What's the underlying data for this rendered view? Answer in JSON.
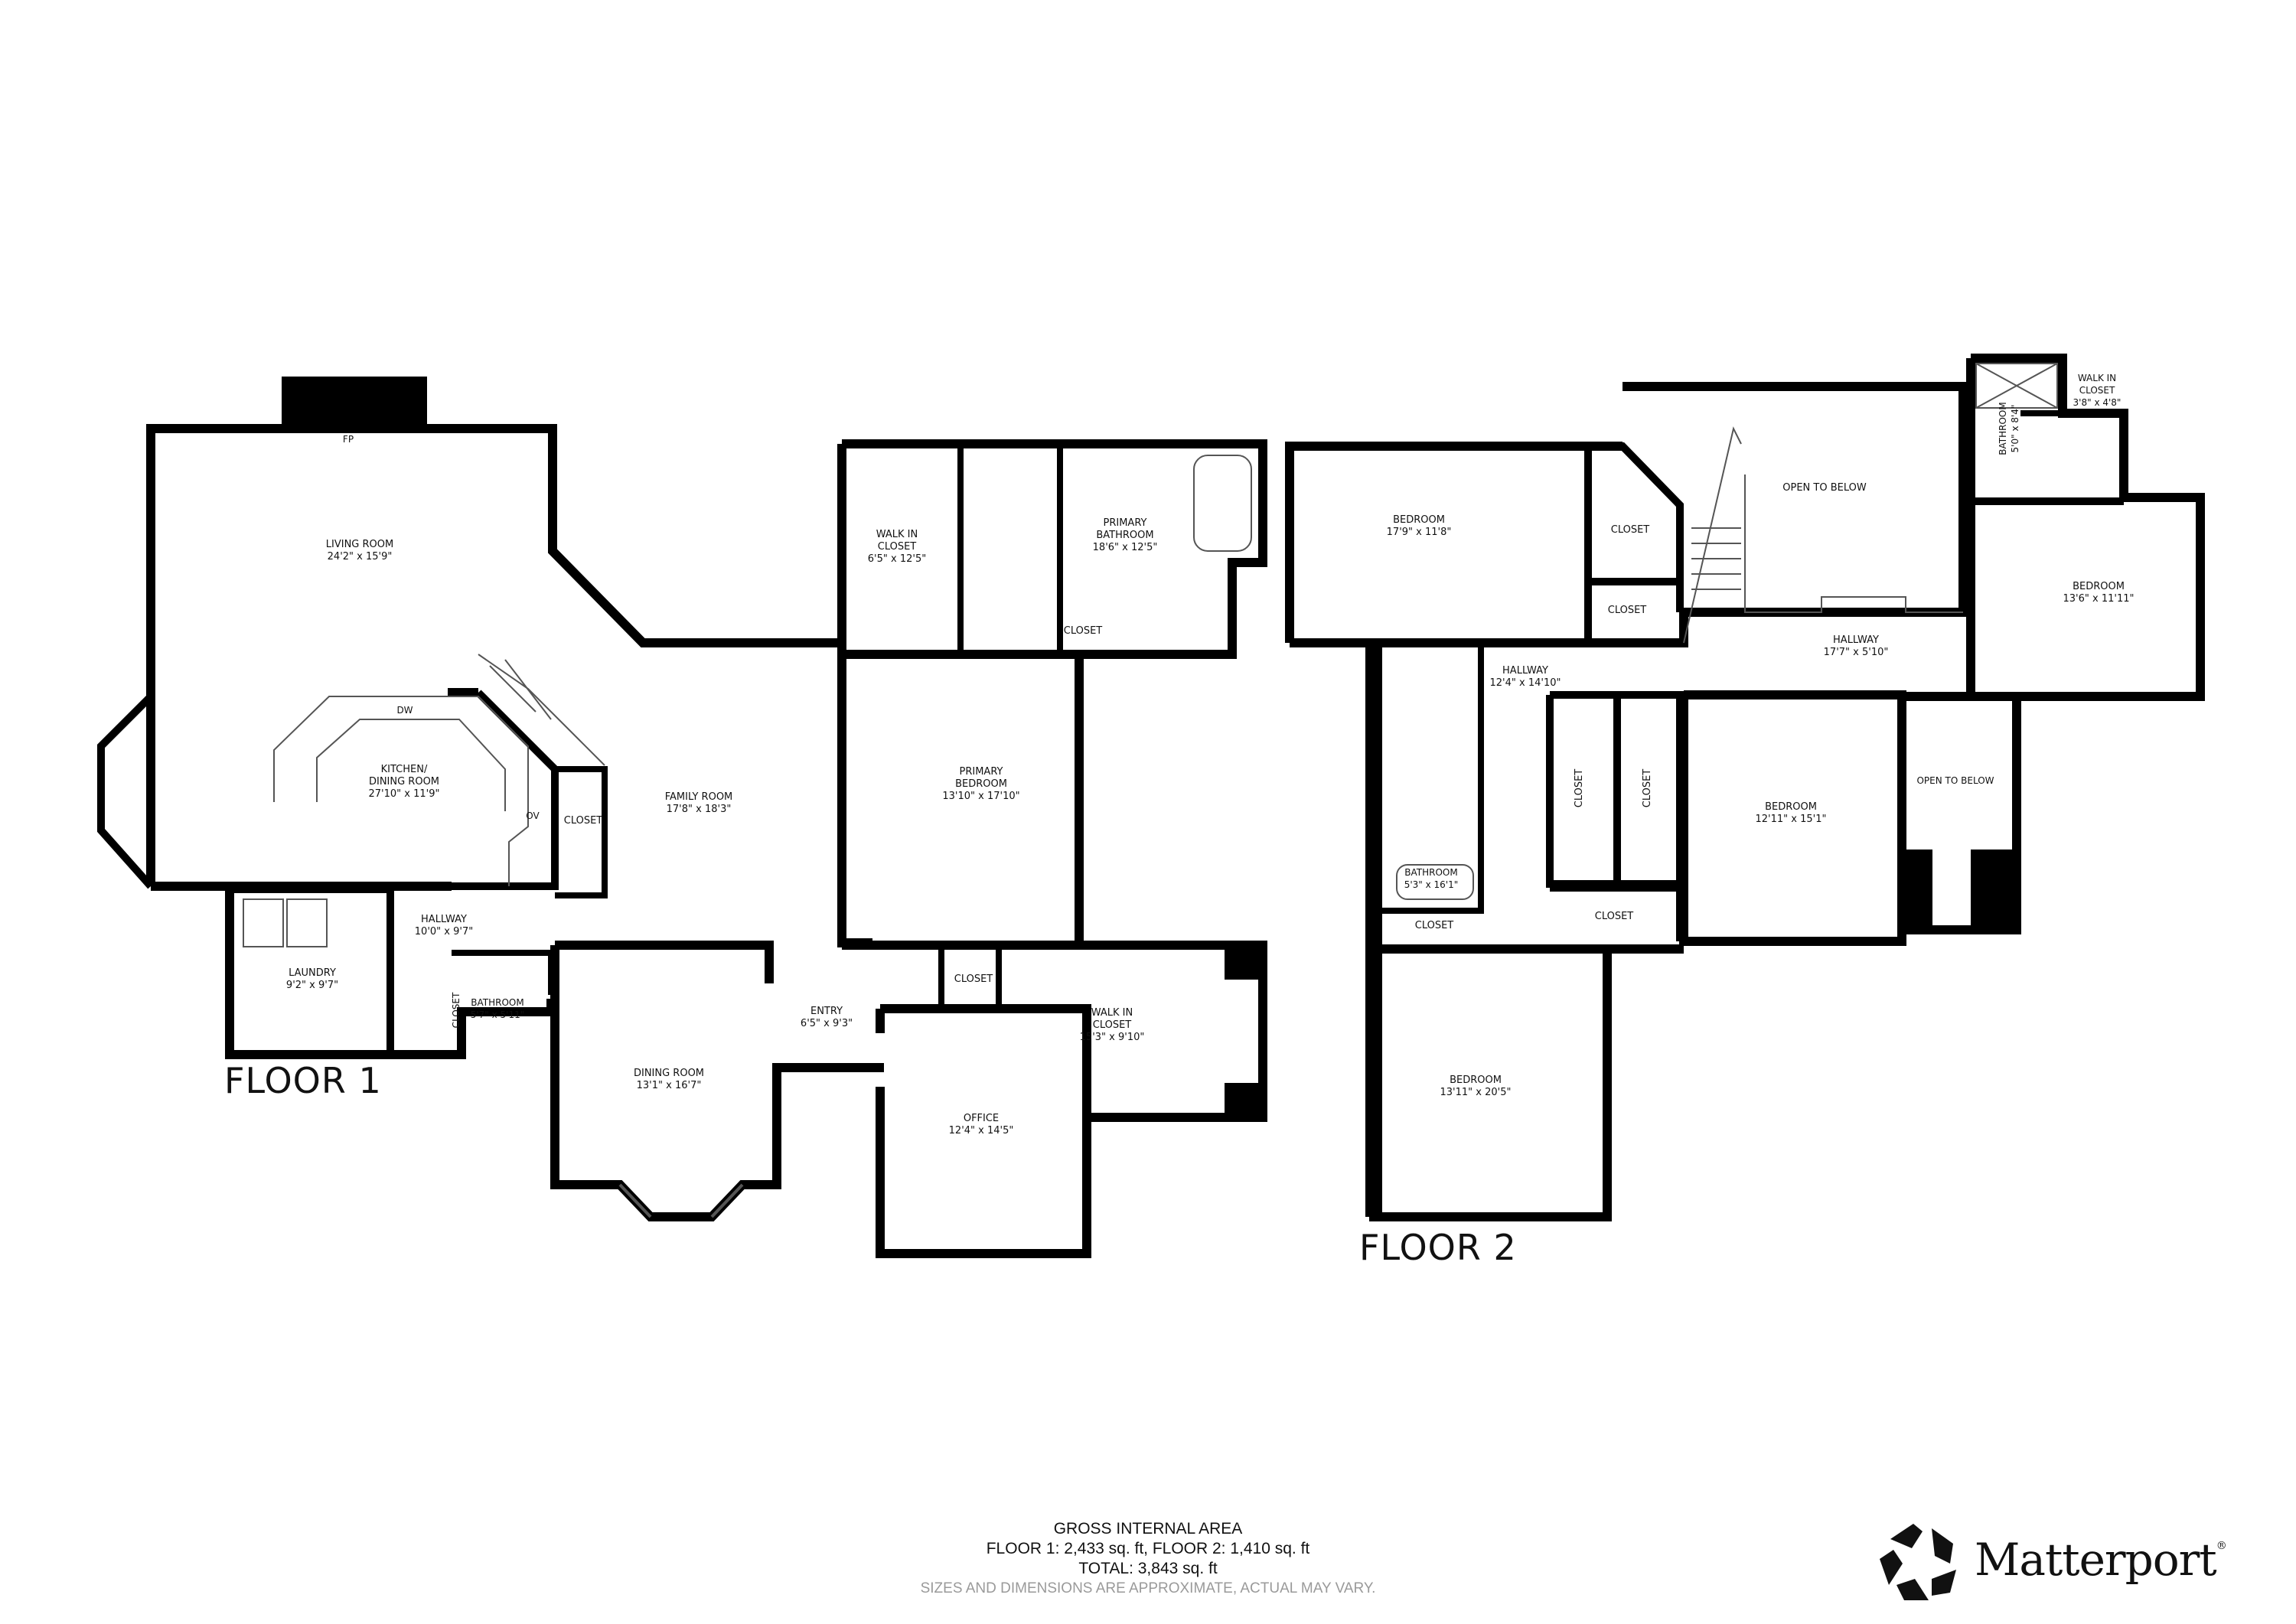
{
  "floors": [
    {
      "title": "FLOOR 1",
      "rooms": [
        {
          "name": "LIVING ROOM",
          "dims": "24'2\" x 15'9\""
        },
        {
          "name": "KITCHEN/\nDINING ROOM",
          "line1": "KITCHEN/",
          "line2": "DINING ROOM",
          "dims": "27'10\" x 11'9\""
        },
        {
          "name": "CLOSET",
          "dims": ""
        },
        {
          "name": "FAMILY ROOM",
          "dims": "17'8\" x 18'3\""
        },
        {
          "name": "LAUNDRY",
          "dims": "9'2\" x 9'7\""
        },
        {
          "name": "HALLWAY",
          "dims": "10'0\" x 9'7\""
        },
        {
          "name": "BATHROOM",
          "dims": "5'7\" x 5'11\""
        },
        {
          "name": "CLOSET",
          "dims": ""
        },
        {
          "name": "DINING ROOM",
          "dims": "13'1\" x 16'7\""
        },
        {
          "name": "ENTRY",
          "dims": "6'5\" x 9'3\""
        },
        {
          "name": "WALK IN CLOSET",
          "line1": "WALK IN",
          "line2": "CLOSET",
          "dims": "6'5\" x 12'5\""
        },
        {
          "name": "PRIMARY BATHROOM",
          "line1": "PRIMARY",
          "line2": "BATHROOM",
          "dims": "18'6\" x 12'5\""
        },
        {
          "name": "CLOSET",
          "dims": ""
        },
        {
          "name": "PRIMARY BEDROOM",
          "line1": "PRIMARY",
          "line2": "BEDROOM",
          "dims": "13'10\" x 17'10\""
        },
        {
          "name": "CLOSET",
          "dims": ""
        },
        {
          "name": "WALK IN CLOSET",
          "line1": "WALK IN",
          "line2": "CLOSET",
          "dims": "15'3\" x 9'10\""
        },
        {
          "name": "OFFICE",
          "dims": "12'4\" x 14'5\""
        }
      ],
      "fixtures": {
        "fireplace": "FP",
        "dishwasher": "DW",
        "oven": "OV"
      }
    },
    {
      "title": "FLOOR 2",
      "rooms": [
        {
          "name": "BEDROOM",
          "dims": "17'9\" x 11'8\""
        },
        {
          "name": "CLOSET",
          "dims": ""
        },
        {
          "name": "CLOSET",
          "dims": ""
        },
        {
          "name": "OPEN TO BELOW",
          "dims": ""
        },
        {
          "name": "HALLWAY",
          "dims": "17'7\" x 5'10\""
        },
        {
          "name": "BATHROOM",
          "dims": "5'0\" x 8'4\""
        },
        {
          "name": "WALK IN CLOSET",
          "line1": "WALK IN",
          "line2": "CLOSET",
          "dims": "3'8\" x 4'8\""
        },
        {
          "name": "BEDROOM",
          "dims": "13'6\" x 11'11\""
        },
        {
          "name": "HALLWAY",
          "dims": "12'4\" x 14'10\""
        },
        {
          "name": "CLOSET",
          "dims": ""
        },
        {
          "name": "CLOSET",
          "dims": ""
        },
        {
          "name": "BATHROOM",
          "dims": "5'3\" x 16'1\""
        },
        {
          "name": "CLOSET",
          "dims": ""
        },
        {
          "name": "CLOSET",
          "dims": ""
        },
        {
          "name": "BEDROOM",
          "dims": "12'11\" x 15'1\""
        },
        {
          "name": "OPEN TO BELOW",
          "dims": ""
        },
        {
          "name": "BEDROOM",
          "dims": "13'11\" x 20'5\""
        }
      ]
    }
  ],
  "footer": {
    "heading": "GROSS INTERNAL AREA",
    "floor_areas": "FLOOR 1: 2,433 sq. ft, FLOOR 2: 1,410 sq. ft",
    "total": "TOTAL: 3,843 sq. ft",
    "disclaimer": "SIZES AND DIMENSIONS ARE APPROXIMATE, ACTUAL MAY VARY."
  },
  "brand": {
    "name": "Matterport",
    "registered": "®",
    "logo_icon": "matterport-pentagon-icon"
  },
  "colors": {
    "wall": "#000000",
    "background": "#ffffff",
    "fixture_line": "#555555",
    "disclaimer": "#9a9a9a"
  }
}
